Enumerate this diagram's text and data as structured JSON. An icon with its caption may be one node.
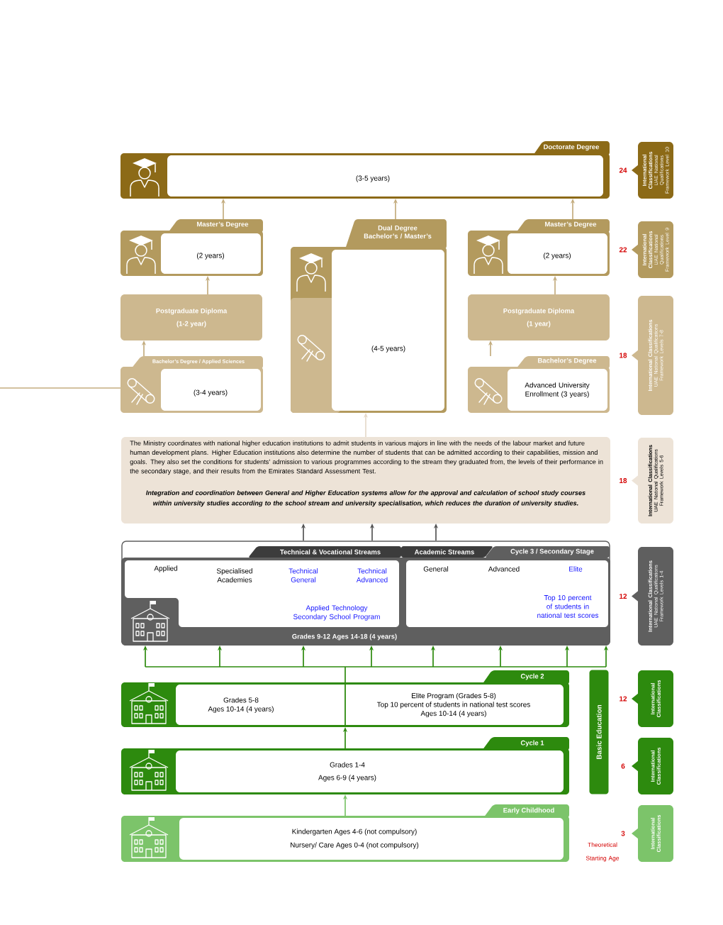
{
  "diagram": {
    "nodes": [
      {
        "text": [
          "Doctorate Degree",
          "(3-5 years)"
        ]
      },
      {
        "text": [
          "Master’s Degree",
          "(2 years)"
        ]
      },
      {
        "text": [
          "Dual Degree Bachelor’s / Master’s",
          "(4-5 years)"
        ]
      },
      {
        "text": [
          "Master’s Degree",
          "(2 years)"
        ]
      },
      {
        "text": [
          "Postgraduate Diploma",
          "(1-2 year)"
        ]
      },
      {
        "text": [
          "Postgraduate Diploma",
          "(1 year)"
        ]
      },
      {
        "text": [
          "Bachelor’s Degree / Applied Sciences",
          "(3-4 years)"
        ]
      },
      {
        "text": [
          "Bachelor’s Degree",
          "Advanced University Enrollment (3 years)"
        ]
      },
      {
        "text": [
          "The Ministry coordinates with national higher education institutions to admit students in various majors in line with the needs of the labour market and future human development plans. Higher Education institutions also determine the number of students that can be admitted according to their capabilities, mission and goals. They also set the conditions for students’ admission to various programmes according to the stream they graduated from, the levels of their performance in the secondary stage, and their results from the Emirates Standard Assessment Test.",
          "Integration and coordination between General and Higher Education systems allow for the approval and calculation of school study courses within university studies according to the school stream and university specialisation, which reduces the duration of university studies."
        ]
      },
      {
        "text": [
          "Cycle 3 / Secondary Stage",
          "Grades 9-12 Ages 14-18 (4 years)"
        ]
      },
      {
        "text": [
          "Technical & Vocational Streams"
        ],
        "in": 9
      },
      {
        "text": [
          "Applied"
        ],
        "in": 10
      },
      {
        "text": [
          "Specialised Academies"
        ],
        "in": 10
      },
      {
        "text": [
          "Technical General"
        ],
        "in": 10
      },
      {
        "text": [
          "Technical Advanced"
        ],
        "in": 10
      },
      {
        "text": [
          "Applied Technology Secondary School Program"
        ],
        "in": 10
      },
      {
        "text": [
          "Academic Streams"
        ],
        "in": 9
      },
      {
        "text": [
          "General"
        ],
        "in": 16
      },
      {
        "text": [
          "Advanced"
        ],
        "in": 16
      },
      {
        "text": [
          "Elite"
        ],
        "in": 16
      },
      {
        "text": [
          "Top 10 percent of students in national test scores"
        ],
        "in": 16
      },
      {
        "text": [
          "Cycle 2"
        ]
      },
      {
        "text": [
          "Grades 5-8",
          "Ages 10-14 (4 years)"
        ],
        "in": 21
      },
      {
        "text": [
          "Elite Program (Grades 5-8)",
          "Top 10 percent of students in national test scores",
          "Ages 10-14 (4 years)"
        ],
        "in": 21
      },
      {
        "text": [
          "Cycle 1",
          "Grades 1-4",
          "Ages 6-9 (4 years)"
        ]
      },
      {
        "text": [
          "Early Childhood",
          "Kindergarten Ages 4-6 (not compulsory)",
          "Nursery/ Care Ages 0-4 (not compulsory)"
        ]
      },
      {
        "text": [
          "Basic Education"
        ]
      },
      {
        "text": [
          "International Classifications",
          "UAE National Qualifications Framework Level 10"
        ],
        "beside": [
          "24"
        ]
      },
      {
        "text": [
          "International Classifications",
          "UAE National Qualifications Framework Level 9"
        ],
        "beside": [
          "22"
        ]
      },
      {
        "text": [
          "International Classifications",
          "UAE National Qualifications Framework Levels 7-8"
        ],
        "beside": [
          "18"
        ]
      },
      {
        "text": [
          "International Classifications",
          "UAE National Qualifications Framework Levels 5-6"
        ],
        "beside": [
          "18"
        ]
      },
      {
        "text": [
          "International Classifications",
          "UAE National Qualifications Framework Levels 1-4"
        ],
        "beside": [
          "12"
        ]
      },
      {
        "text": [
          "International Classifications"
        ],
        "beside": [
          "12"
        ]
      },
      {
        "text": [
          "International Classifications"
        ],
        "beside": [
          "6"
        ]
      },
      {
        "text": [
          "International Classifications"
        ],
        "beside": [
          "3"
        ]
      }
    ],
    "edges": [
      {
        "from": 1,
        "to": 0,
        "arrow": "to",
        "color": "#c4ad7f"
      },
      {
        "from": 2,
        "to": 0,
        "arrow": "to",
        "color": "#c4ad7f"
      },
      {
        "from": 3,
        "to": 0,
        "arrow": "to",
        "color": "#c4ad7f"
      },
      {
        "from": 4,
        "to": 1,
        "arrow": "to",
        "color": "#c4ad7f"
      },
      {
        "from": 5,
        "to": 3,
        "arrow": "to",
        "color": "#c4ad7f"
      },
      {
        "from": 6,
        "to": 4,
        "arrow": "to",
        "color": "#c4ad7f"
      },
      {
        "from": 7,
        "to": 5,
        "arrow": "to",
        "color": "#c4ad7f"
      },
      {
        "from": null,
        "to": 6,
        "arrow": "none",
        "color": "#c4ad7f"
      },
      {
        "from": 8,
        "to": 2,
        "arrow": "to",
        "color": "#e6dacb"
      },
      {
        "from": 13,
        "to": 8,
        "arrow": "to",
        "color": "#555555"
      },
      {
        "from": 14,
        "to": 8,
        "arrow": "to",
        "color": "#555555"
      },
      {
        "from": 17,
        "to": 8,
        "arrow": "to",
        "color": "#555555"
      },
      {
        "from": 21,
        "to": 9,
        "arrow": "to",
        "color": "#2d8a0e"
      },
      {
        "from": 24,
        "to": 21,
        "arrow": "to",
        "color": "#2d8a0e"
      },
      {
        "from": 25,
        "to": 24,
        "arrow": "to",
        "color": "#7cc46a"
      }
    ],
    "labels": [
      "Theoretical Starting Age"
    ]
  }
}
